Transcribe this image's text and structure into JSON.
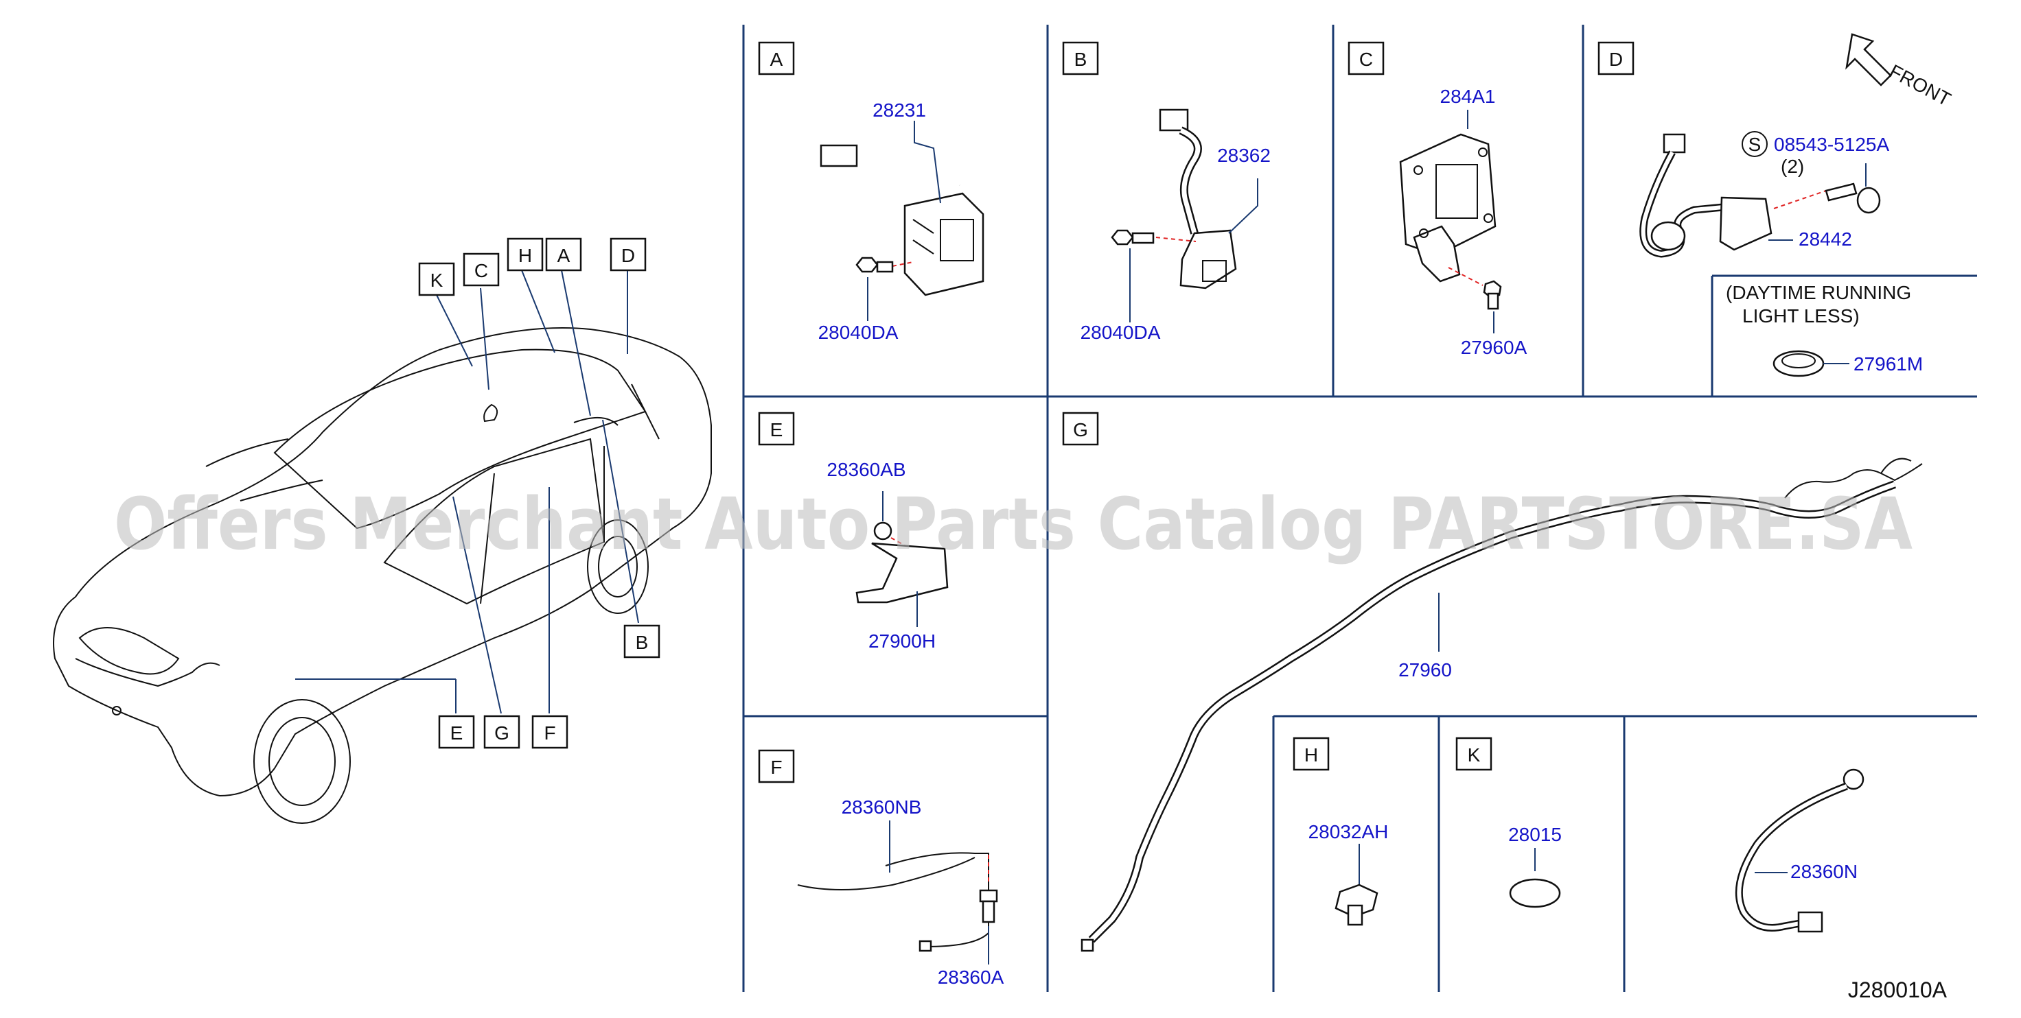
{
  "sections": {
    "A": {
      "letter": "A",
      "parts": [
        "28231",
        "28040DA"
      ]
    },
    "B": {
      "letter": "B",
      "parts": [
        "28362",
        "28040DA"
      ]
    },
    "C": {
      "letter": "C",
      "parts": [
        "284A1",
        "27960A"
      ]
    },
    "D": {
      "letter": "D",
      "parts": [
        "08543-5125A",
        "(2)",
        "28442",
        "27961M"
      ],
      "bolt_symbol": "S",
      "front_label": "FRONT",
      "note_line1": "(DAYTIME    RUNNING",
      "note_line2": "LIGHT  LESS)"
    },
    "E": {
      "letter": "E",
      "parts": [
        "28360AB",
        "27900H"
      ]
    },
    "F": {
      "letter": "F",
      "parts": [
        "28360NB",
        "28360A"
      ]
    },
    "G": {
      "letter": "G",
      "parts": [
        "27960"
      ]
    },
    "H": {
      "letter": "H",
      "parts": [
        "28032AH"
      ]
    },
    "K": {
      "letter": "K",
      "parts": [
        "28015",
        "28360N"
      ]
    }
  },
  "car_callouts": {
    "top": [
      "K",
      "C",
      "H",
      "A",
      "D"
    ],
    "right": "B",
    "bottom": [
      "E",
      "G",
      "F"
    ]
  },
  "watermark": "Offers Merchant Auto Parts Catalog PARTSTORE.SA",
  "diagram_code": "J280010A"
}
